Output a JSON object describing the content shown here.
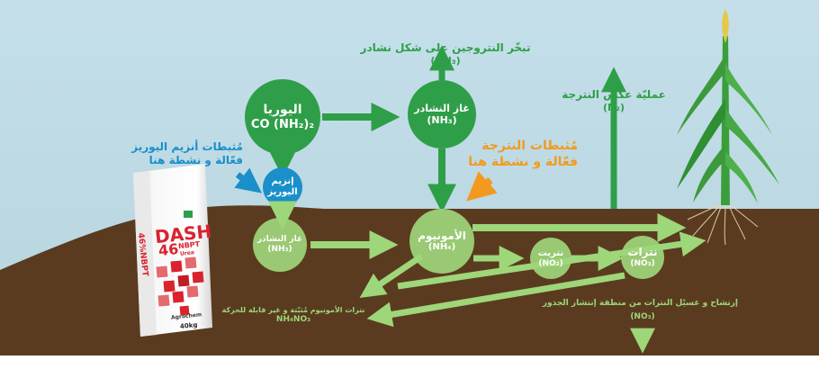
{
  "colors": {
    "sky": "#bfdbe6",
    "soil": "#5a3b1f",
    "green_dark": "#2f9e48",
    "green_light": "#9ed67a",
    "blue": "#1a8fc9",
    "orange": "#f39a1e",
    "bag_red": "#d9232e"
  },
  "nodes": {
    "urea": {
      "name": "اليوريا",
      "formula": "CO (NH₂)₂"
    },
    "urease": {
      "line1": "إنزيم",
      "line2": "اليوريز"
    },
    "ammonia_gas_top": {
      "name": "غاز النشادر",
      "formula": "(NH₃)"
    },
    "ammonia_gas_soil": {
      "name": "غاز النشادر",
      "formula": "(NH₃)"
    },
    "ammonium": {
      "name": "الأمونيوم",
      "formula": "(NH₄)"
    },
    "nitrite": {
      "name": "نتريت",
      "formula": "(NO₂)"
    },
    "nitrate": {
      "name": "نترات",
      "formula": "(NO₃)"
    }
  },
  "labels": {
    "volatilization": {
      "line1": "تبخّر النتروجين على شكل نشادر",
      "line2": "(NH₃)"
    },
    "denitrification": {
      "line1": "عمليّة عكس النترجة",
      "line2": "(N₂)"
    },
    "urease_inhibitors": {
      "line1": "مُثبطات أنزيم اليوريز",
      "line2": "فعّالة و نشطة هنا"
    },
    "nitrification_inhibitors": {
      "line1": "مُثبطات النترجة",
      "line2": "فعّالة و نشطة هنا"
    },
    "ammonium_nitrate": {
      "line1": "نترات الأمونيوم مُثبّتة و غير قابلة للحركة",
      "line2": "NH₄NO₃"
    },
    "leaching": {
      "line1": "إرتشاح و غسيْل النترات من منطقة إنتشار الجذور",
      "line2": "(NO₃)"
    }
  },
  "bag": {
    "brand": "DASH",
    "grade": "46",
    "tech": "NBPT",
    "sub": "Urea",
    "side_text": "46%NBPT",
    "weight": "40kg",
    "maker": "Agrochem"
  }
}
